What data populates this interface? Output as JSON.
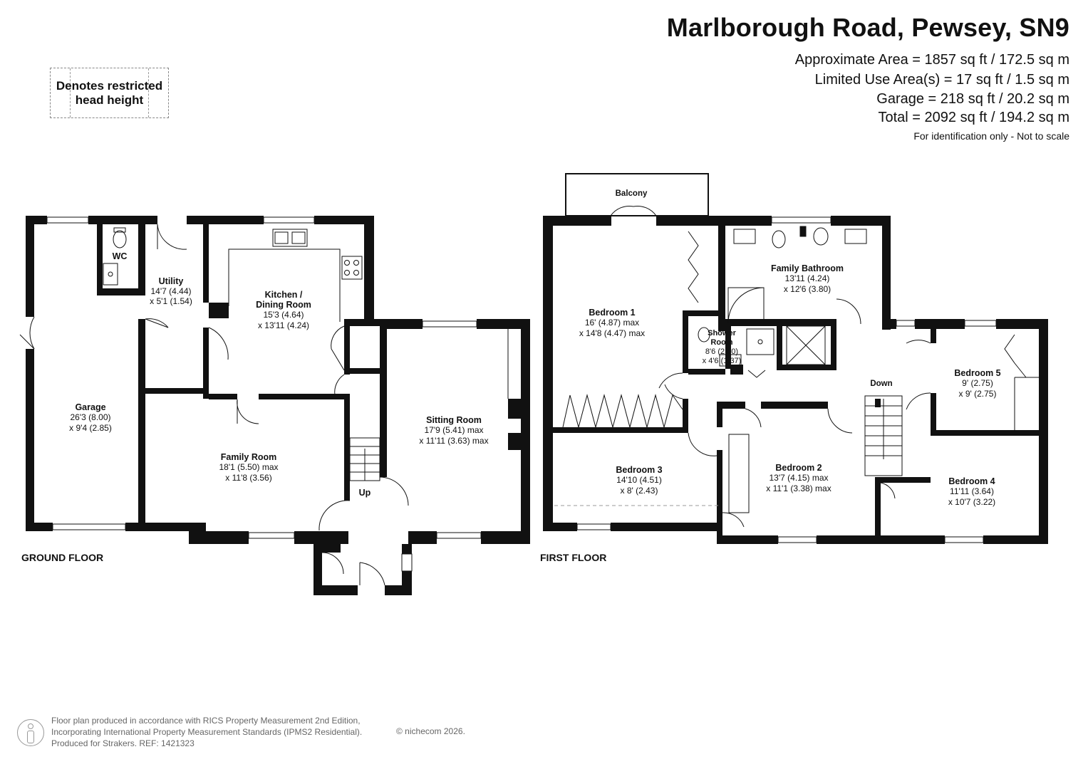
{
  "header": {
    "title": "Marlborough Road, Pewsey, SN9",
    "approximate_area": "Approximate Area = 1857 sq ft / 172.5 sq m",
    "limited_use_area": "Limited Use Area(s) = 17 sq ft / 1.5 sq m",
    "garage_area": "Garage = 218 sq ft / 20.2 sq m",
    "total_area": "Total = 2092 sq ft / 194.2 sq m",
    "scale_note": "For identification only - Not to scale"
  },
  "legend": {
    "line1": "Denotes restricted",
    "line2": "head height"
  },
  "floors": {
    "ground": "GROUND FLOOR",
    "first": "FIRST FLOOR"
  },
  "rooms": {
    "wc": {
      "name": "WC"
    },
    "utility": {
      "name": "Utility",
      "dim1": "14'7 (4.44)",
      "dim2": "x 5'1 (1.54)"
    },
    "kitchen": {
      "name1": "Kitchen /",
      "name2": "Dining Room",
      "dim1": "15'3 (4.64)",
      "dim2": "x 13'11 (4.24)"
    },
    "garage": {
      "name": "Garage",
      "dim1": "26'3 (8.00)",
      "dim2": "x 9'4 (2.85)"
    },
    "family_room": {
      "name": "Family Room",
      "dim1": "18'1 (5.50) max",
      "dim2": "x 11'8 (3.56)"
    },
    "sitting_room": {
      "name": "Sitting Room",
      "dim1": "17'9 (5.41) max",
      "dim2": "x 11'11 (3.63) max"
    },
    "balcony": {
      "name": "Balcony"
    },
    "bedroom1": {
      "name": "Bedroom 1",
      "dim1": "16' (4.87) max",
      "dim2": "x 14'8 (4.47) max"
    },
    "family_bathroom": {
      "name": "Family Bathroom",
      "dim1": "13'11 (4.24)",
      "dim2": "x 12'6 (3.80)"
    },
    "shower_room": {
      "name1": "Shower",
      "name2": "Room",
      "dim1": "8'6 (2.60)",
      "dim2": "x 4'6 (1.37)"
    },
    "bedroom5": {
      "name": "Bedroom 5",
      "dim1": "9' (2.75)",
      "dim2": "x 9' (2.75)"
    },
    "bedroom3": {
      "name": "Bedroom 3",
      "dim1": "14'10 (4.51)",
      "dim2": "x 8' (2.43)"
    },
    "bedroom2": {
      "name": "Bedroom 2",
      "dim1": "13'7 (4.15) max",
      "dim2": "x 11'1 (3.38) max"
    },
    "bedroom4": {
      "name": "Bedroom 4",
      "dim1": "11'11 (3.64)",
      "dim2": "x 10'7 (3.22)"
    }
  },
  "stairs": {
    "up": "Up",
    "down": "Down"
  },
  "footer": {
    "line1": "Floor plan produced in accordance with RICS Property Measurement 2nd Edition,",
    "line2": "Incorporating International Property Measurement Standards (IPMS2 Residential).",
    "line3": "Produced for Strakers.   REF: 1421323",
    "copyright": "© nichecom 2026."
  }
}
